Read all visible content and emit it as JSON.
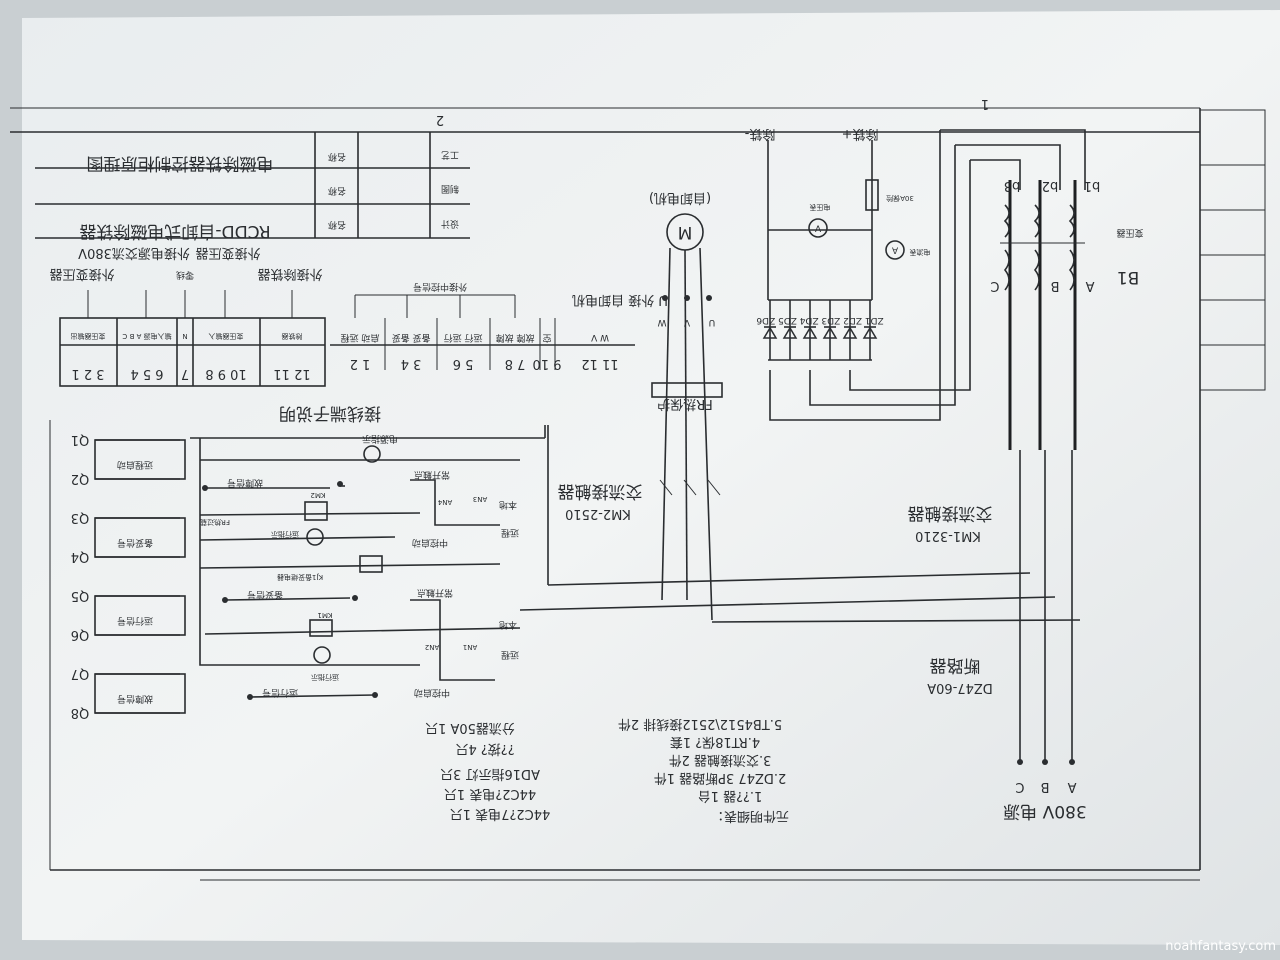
{
  "title_block": {
    "drawing_name": "电磁除铁器控制柜原理图",
    "product_name": "RCDD-自卸式电磁除铁器",
    "name_label": "名称",
    "process_label": "工艺",
    "drafting_label": "制图",
    "design_label": "设计",
    "sheet_markers": [
      "2",
      "1"
    ]
  },
  "terminal_table": {
    "title": "接线端子说明",
    "groups": [
      {
        "label": "外接除铁器",
        "header": "除铁器",
        "numbers": "12 11"
      },
      {
        "label": "外接变压器",
        "header": "变压器输入",
        "numbers": "10 9 8"
      },
      {
        "label": "零线",
        "header": "N",
        "numbers": "7"
      },
      {
        "label": "外接电源交流380V",
        "header": "输入电源 A B C",
        "numbers": "6 5 4"
      },
      {
        "label": "外接变压器",
        "header": "变压器输出",
        "numbers": "3 2 1"
      }
    ],
    "control_signal_label": "外接中控信号",
    "control_terminals": [
      {
        "header": "启动 远程",
        "numbers": "1 2"
      },
      {
        "header": "备妥 备妥",
        "numbers": "3 4"
      },
      {
        "header": "运行 运行",
        "numbers": "5 6"
      },
      {
        "header": "故障 故障",
        "numbers": "7 8"
      },
      {
        "header": "空",
        "numbers": "9 10"
      },
      {
        "header": "W V",
        "numbers": "11 12"
      }
    ],
    "motor_terminal_label": "U 外接 自卸电机"
  },
  "motor": {
    "symbol": "M",
    "label": "(自卸电机)",
    "phases": [
      "U",
      "V",
      "W"
    ]
  },
  "thermal_relay": {
    "label": "FR热保护"
  },
  "contactor_km2": {
    "model": "KM2-2510",
    "label": "交流接触器"
  },
  "contactor_km1": {
    "model": "KM1-3210",
    "label": "交流接触器"
  },
  "breaker": {
    "model": "DZ47-60A",
    "label": "断路器"
  },
  "power": {
    "label": "380V 电源",
    "phases": [
      "A",
      "B",
      "C"
    ]
  },
  "transformer": {
    "label": "变压器",
    "id": "B1",
    "primary": [
      "A",
      "B",
      "C"
    ],
    "secondary": [
      "b1",
      "b2",
      "b3"
    ]
  },
  "rectifier": {
    "diodes": "ZD1 ZD2 ZD3 ZD4 ZD5 ZD6",
    "outputs": [
      "除铁-",
      "除铁+"
    ],
    "fuse": "30A保险",
    "voltmeter": "V",
    "ammeter": "A",
    "voltmeter_label": "电压表",
    "ammeter_label": "电流表"
  },
  "control_circuit": {
    "power_lamp": "电源指示",
    "fault_signal": "故障信号",
    "fr_fault": "FR热过载",
    "run_lamp": "运行指示",
    "ready_relay": "KJ1备妥继电器",
    "ready_signal": "备妥信号",
    "run_signal": "运行信号",
    "no_contact": "常开触点",
    "local": "本地",
    "remote": "远程",
    "central_start": "中控启动",
    "km1": "KM1",
    "km2": "KM2",
    "an1": "AN1",
    "an2": "AN2",
    "an3": "AN3",
    "an4": "AN4"
  },
  "external_terminals": [
    {
      "id": "Q1",
      "label": "远程启动"
    },
    {
      "id": "Q2",
      "label": ""
    },
    {
      "id": "Q3",
      "label": "备妥信号"
    },
    {
      "id": "Q4",
      "label": ""
    },
    {
      "id": "Q5",
      "label": "运行信号"
    },
    {
      "id": "Q6",
      "label": ""
    },
    {
      "id": "Q7",
      "label": "故障信号"
    },
    {
      "id": "Q8",
      "label": ""
    }
  ],
  "component_list": {
    "title": "元件明细表：",
    "items": [
      "1.??器        1台",
      "2.DZ47 3P断路器      1件",
      "3.交流接触器      2件",
      "4.RT18保?      1套",
      "5.TB4512\\2512接线排   2件"
    ],
    "items_right": [
      "44C2?7电表  1只",
      "44C2?电表  1只",
      "AD16指示灯  3只",
      "??按?  4只",
      "分流器50A  1只"
    ]
  },
  "watermark": "noahfantasy.com"
}
